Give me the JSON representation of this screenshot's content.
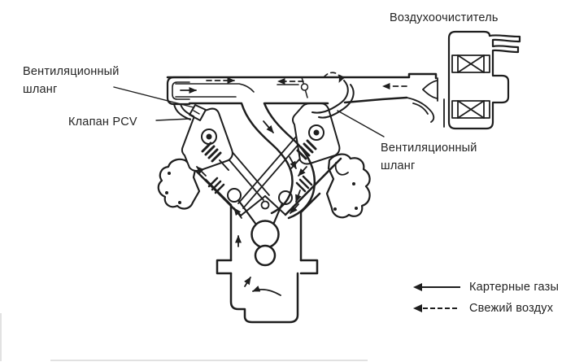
{
  "diagram": {
    "type": "technical-illustration",
    "subject": "pcv-crankcase-ventilation-v-engine",
    "labels": {
      "air_cleaner": "Воздухоочиститель",
      "vent_hose_left": {
        "line1": "Вентиляционный",
        "line2": "шланг"
      },
      "pcv_valve": "Клапан PCV",
      "vent_hose_right": {
        "line1": "Вентиляционный",
        "line2": "шланг"
      }
    },
    "legend": {
      "items": [
        {
          "label": "Картерные газы",
          "line_style": "solid"
        },
        {
          "label": "Свежий воздух",
          "line_style": "dashed"
        }
      ]
    },
    "colors": {
      "ink": "#1e1e1e",
      "background": "#ffffff"
    }
  }
}
